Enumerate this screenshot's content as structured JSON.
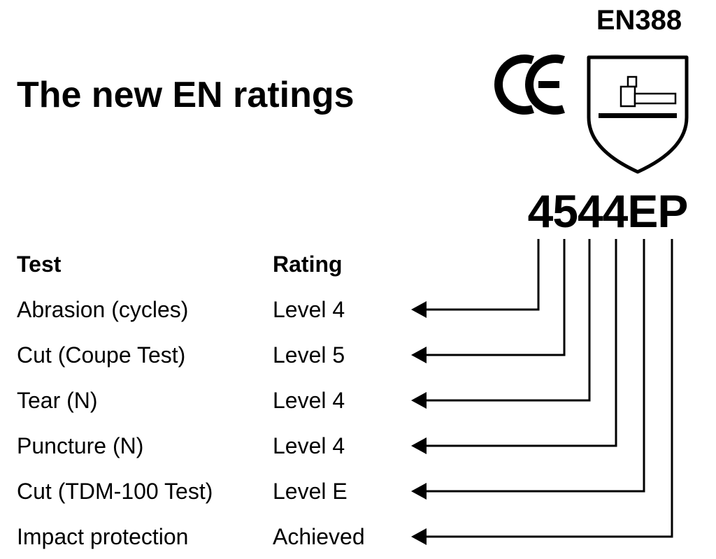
{
  "title": "The new EN ratings",
  "standard": "EN388",
  "code": "4544EP",
  "headers": {
    "test": "Test",
    "rating": "Rating"
  },
  "rows": [
    {
      "test": "Abrasion (cycles)",
      "rating": "Level 4",
      "code_char": "4"
    },
    {
      "test": "Cut (Coupe Test)",
      "rating": "Level 5",
      "code_char": "5"
    },
    {
      "test": "Tear (N)",
      "rating": "Level 4",
      "code_char": "4"
    },
    {
      "test": "Puncture (N)",
      "rating": "Level 4",
      "code_char": "4"
    },
    {
      "test": "Cut (TDM-100 Test)",
      "rating": "Level E",
      "code_char": "E"
    },
    {
      "test": "Impact protection",
      "rating": "Achieved",
      "code_char": "P"
    }
  ],
  "icons": {
    "ce_mark": "ce-mark-icon",
    "shield": "en388-shield-icon"
  },
  "colors": {
    "ink": "#000000",
    "background": "#ffffff"
  }
}
